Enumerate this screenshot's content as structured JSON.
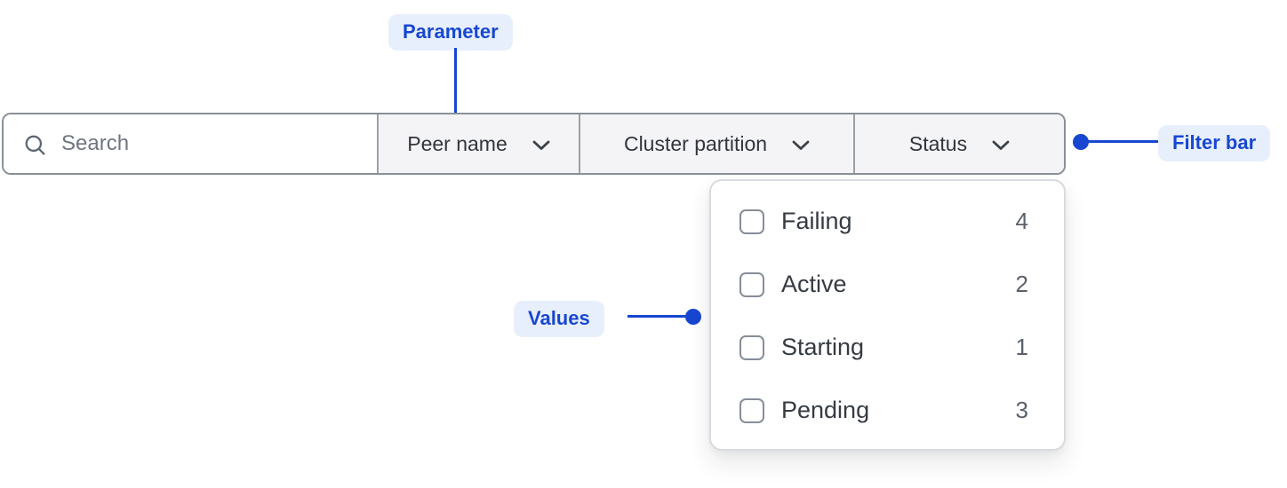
{
  "annotations": {
    "parameter": {
      "label": "Parameter"
    },
    "filter_bar": {
      "label": "Filter bar"
    },
    "values": {
      "label": "Values"
    }
  },
  "filter_bar": {
    "search": {
      "placeholder": "Search"
    },
    "dropdowns": [
      {
        "label": "Peer name"
      },
      {
        "label": "Cluster partition"
      },
      {
        "label": "Status"
      }
    ]
  },
  "status_dropdown": {
    "options": [
      {
        "label": "Failing",
        "count": "4",
        "checked": false
      },
      {
        "label": "Active",
        "count": "2",
        "checked": false
      },
      {
        "label": "Starting",
        "count": "1",
        "checked": false
      },
      {
        "label": "Pending",
        "count": "3",
        "checked": false
      }
    ]
  },
  "colors": {
    "accent": "#1747d1",
    "annotation_bg": "#e8effc",
    "bar_border": "#8a9099",
    "segment_bg": "#f4f4f6",
    "panel_border": "#d8dbe0",
    "label_text": "#31353c",
    "count_text": "#5a616b"
  }
}
